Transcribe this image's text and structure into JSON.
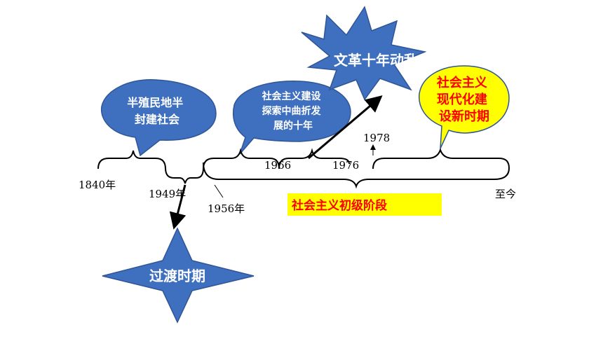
{
  "years": {
    "y1840": "1840年",
    "y1949": "1949年",
    "y1956": "1956年",
    "y1966": "1966",
    "y1976": "1976",
    "y1978": "1978",
    "now": "至今"
  },
  "bubbles": {
    "semi_colonial": [
      "半殖民地半",
      "封建社会"
    ],
    "exploration": [
      "社会主义建设",
      "探索中曲折发",
      "展的十年"
    ],
    "modernization": [
      "社会主义",
      "现代化建",
      "设新时期"
    ]
  },
  "stars": {
    "cultural_revolution": "文革十年动乱",
    "transition": "过渡时期"
  },
  "stage_label": "社会主义初级阶段",
  "colors": {
    "bubble_blue": "#3f6fbf",
    "bubble_yellow": "#ffff00",
    "label_box": "#ffff00",
    "text_red": "#ff0000"
  }
}
